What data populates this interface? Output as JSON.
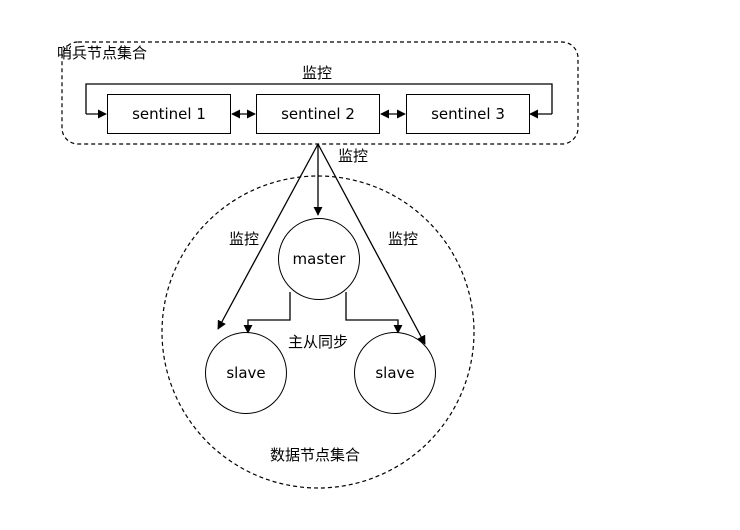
{
  "sentinel_group": {
    "title": "哨兵节点集合",
    "monitor_label": "监控",
    "nodes": [
      "sentinel 1",
      "sentinel 2",
      "sentinel 3"
    ]
  },
  "data_group": {
    "title": "数据节点集合",
    "master": "master",
    "slaves": [
      "slave",
      "slave"
    ],
    "sync_label": "主从同步"
  },
  "monitor_labels": {
    "master": "监控",
    "left_slave": "监控",
    "right_slave": "监控"
  }
}
